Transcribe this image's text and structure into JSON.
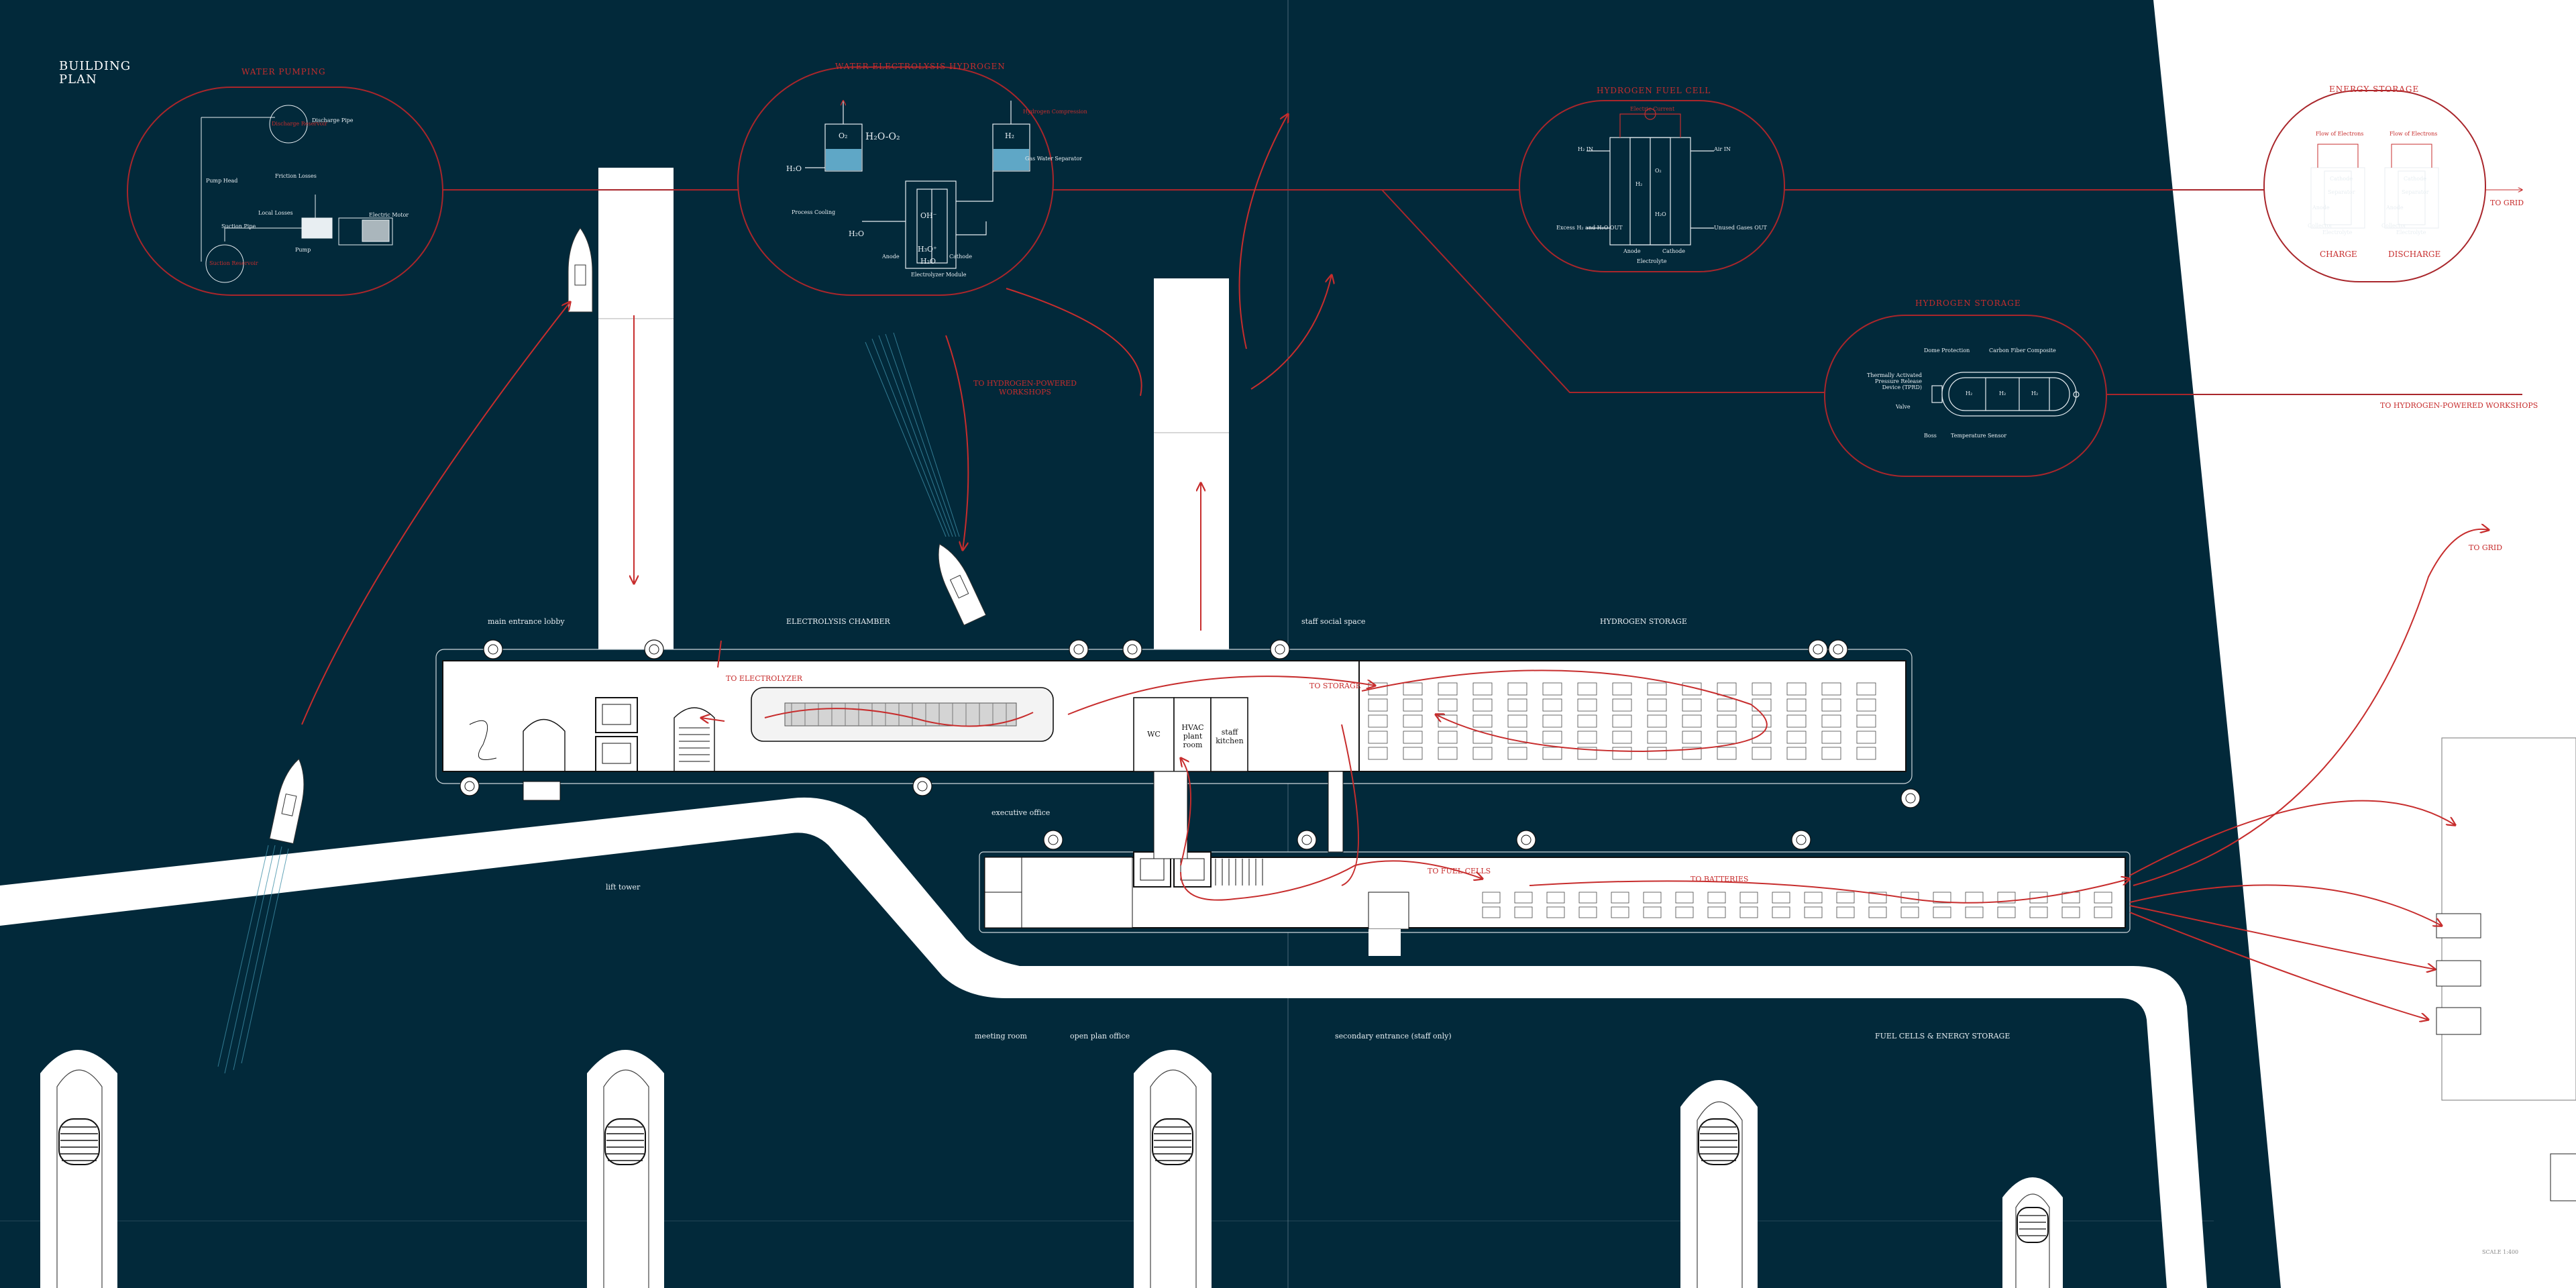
{
  "plan_title": [
    "BUILDING",
    "PLAN"
  ],
  "modules": {
    "water_pumping": {
      "title": "WATER PUMPING",
      "labels": [
        "Discharge Pipe",
        "Friction Losses",
        "Pump Head",
        "Local Losses",
        "Suction Pipe",
        "Electric Motor",
        "Pump"
      ],
      "red_labels": [
        "Discharge Reservoir",
        "Suction Reservoir"
      ]
    },
    "electrolysis": {
      "title": "WATER ELECTROLYSIS HYDROGEN",
      "labels": [
        "O₂",
        "H₂O-O₂",
        "H₂",
        "H₂O",
        "Process Cooling",
        "H₂O",
        "Anode",
        "Cathode",
        "Electrolyzer Module",
        "Gas Water Separator",
        "OH⁻",
        "H₃O⁺",
        "H₂O"
      ],
      "red_labels": [
        "Hydrogen Compression"
      ]
    },
    "fuel_cell": {
      "title": "HYDROGEN FUEL CELL",
      "labels": [
        "H₂ IN",
        "Air IN",
        "Excess H₂ and H₂O OUT",
        "Unused Gases OUT",
        "Anode",
        "Cathode",
        "Electrolyte",
        "O₂",
        "H₂O",
        "H₂"
      ],
      "red_labels": [
        "Electric Current"
      ]
    },
    "energy_storage": {
      "title": "ENERGY STORAGE",
      "flow_label": "Flow of Electrons",
      "cells": [
        {
          "name": "CHARGE",
          "labels": [
            "Cathode",
            "Anode",
            "Electrolyte",
            "Separator",
            "Collector"
          ]
        },
        {
          "name": "DISCHARGE",
          "labels": [
            "Cathode",
            "Anode",
            "Electrolyte",
            "Separator",
            "Collector"
          ]
        }
      ],
      "to_grid": "TO GRID"
    },
    "hydrogen_storage": {
      "title": "HYDROGEN STORAGE",
      "labels": [
        "Dome Protection",
        "Carbon Fiber Composite",
        "Thermally Activated Pressure Release Device (TPRD)",
        "Valve",
        "Boss",
        "Temperature Sensor",
        "H₂",
        "H₂",
        "H₂"
      ]
    }
  },
  "flows": {
    "to_hydrogen_workshops_left": "TO HYDROGEN-POWERED WORKSHOPS",
    "to_hydrogen_workshops_right": "TO HYDROGEN-POWERED WORKSHOPS",
    "to_grid_right": "TO GRID",
    "to_electrolyzer": "TO ELECTROLYZER",
    "to_storage": "TO STORAGE",
    "to_fuel_cells": "TO FUEL CELLS",
    "to_batteries": "TO BATTERIES"
  },
  "plan_labels": {
    "main_entrance_lobby": "main entrance lobby",
    "electrolysis_chamber": "ELECTROLYSIS CHAMBER",
    "staff_social_space": "staff social space",
    "hydrogen_storage": "HYDROGEN STORAGE",
    "lift_tower": "lift tower",
    "executive_office": "executive office",
    "meeting room": "meeting room",
    "open_plan_office": "open plan office",
    "secondary_entrance": "secondary entrance (staff only)",
    "fuel_cells_energy_storage": "FUEL CELLS & ENERGY STORAGE"
  },
  "rooms": {
    "wc": "WC",
    "hvac": "HVAC plant room",
    "staff_kitchen": "staff kitchen"
  },
  "scale_text": "SCALE 1:400"
}
